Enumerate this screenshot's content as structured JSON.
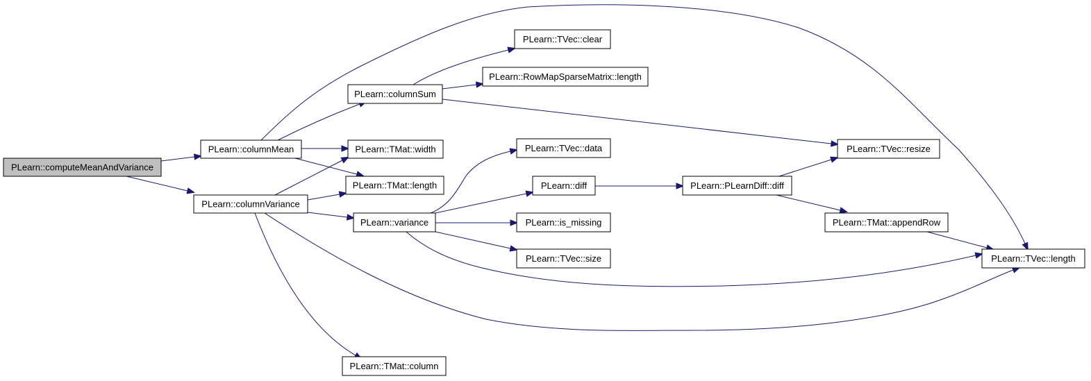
{
  "diagram": {
    "edge_color": "#191970",
    "root_fill": "#bfbfbf",
    "nodes": [
      {
        "id": "computeMeanAndVariance",
        "label": "PLearn::computeMeanAndVariance"
      },
      {
        "id": "columnMean",
        "label": "PLearn::columnMean"
      },
      {
        "id": "columnVariance",
        "label": "PLearn::columnVariance"
      },
      {
        "id": "columnSum",
        "label": "PLearn::columnSum"
      },
      {
        "id": "tmat_width",
        "label": "PLearn::TMat::width"
      },
      {
        "id": "tmat_length",
        "label": "PLearn::TMat::length"
      },
      {
        "id": "variance",
        "label": "PLearn::variance"
      },
      {
        "id": "tmat_column",
        "label": "PLearn::TMat::column"
      },
      {
        "id": "tvec_clear",
        "label": "PLearn::TVec::clear"
      },
      {
        "id": "rowmap_length",
        "label": "PLearn::RowMapSparseMatrix::length"
      },
      {
        "id": "tvec_data",
        "label": "PLearn::TVec::data"
      },
      {
        "id": "diff",
        "label": "PLearn::diff"
      },
      {
        "id": "is_missing",
        "label": "PLearn::is_missing"
      },
      {
        "id": "tvec_size",
        "label": "PLearn::TVec::size"
      },
      {
        "id": "plearndiff_diff",
        "label": "PLearn::PLearnDiff::diff"
      },
      {
        "id": "tvec_resize",
        "label": "PLearn::TVec::resize"
      },
      {
        "id": "tmat_appendRow",
        "label": "PLearn::TMat::appendRow"
      },
      {
        "id": "tvec_length",
        "label": "PLearn::TVec::length"
      }
    ],
    "edges": [
      [
        "computeMeanAndVariance",
        "columnMean"
      ],
      [
        "computeMeanAndVariance",
        "columnVariance"
      ],
      [
        "columnMean",
        "columnSum"
      ],
      [
        "columnMean",
        "tmat_width"
      ],
      [
        "columnMean",
        "tmat_length"
      ],
      [
        "columnMean",
        "tvec_length"
      ],
      [
        "columnSum",
        "tvec_clear"
      ],
      [
        "columnSum",
        "rowmap_length"
      ],
      [
        "columnSum",
        "tvec_resize"
      ],
      [
        "columnVariance",
        "tmat_width"
      ],
      [
        "columnVariance",
        "tmat_length"
      ],
      [
        "columnVariance",
        "variance"
      ],
      [
        "columnVariance",
        "tmat_column"
      ],
      [
        "columnVariance",
        "tvec_length"
      ],
      [
        "variance",
        "tvec_data"
      ],
      [
        "variance",
        "diff"
      ],
      [
        "variance",
        "is_missing"
      ],
      [
        "variance",
        "tvec_size"
      ],
      [
        "variance",
        "tvec_length"
      ],
      [
        "diff",
        "plearndiff_diff"
      ],
      [
        "plearndiff_diff",
        "tvec_resize"
      ],
      [
        "plearndiff_diff",
        "tmat_appendRow"
      ],
      [
        "tmat_appendRow",
        "tvec_length"
      ]
    ]
  }
}
